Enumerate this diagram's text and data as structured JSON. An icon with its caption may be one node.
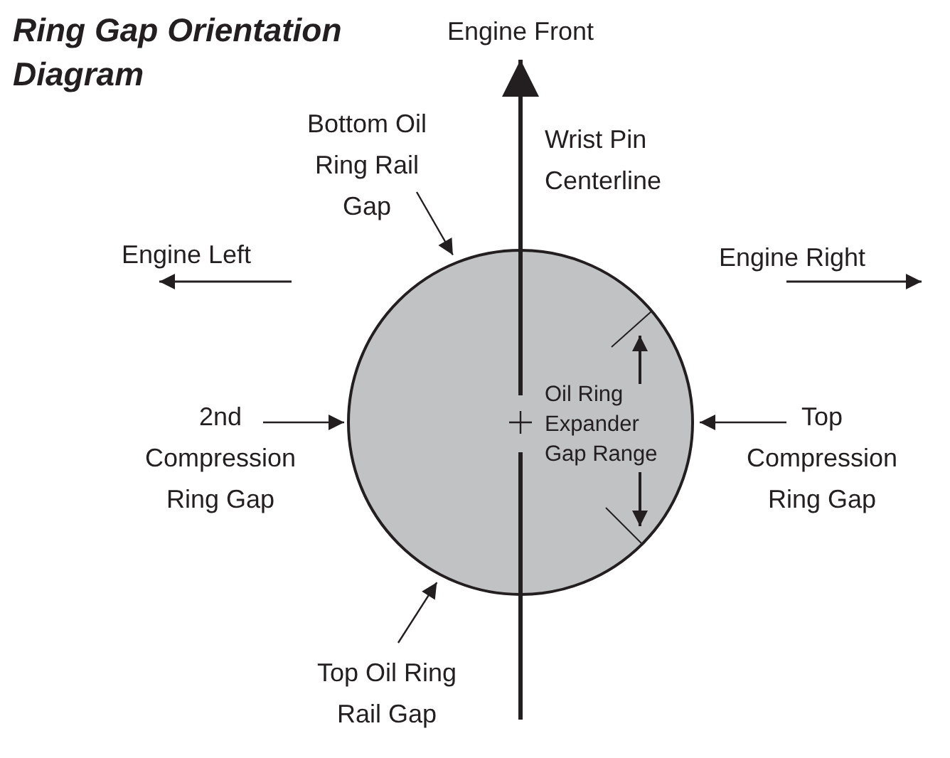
{
  "diagram": {
    "title": "Ring Gap Orientation Diagram",
    "nodes": [
      {
        "text": [
          "Bottom Oil Ring Rail Gap"
        ]
      },
      {
        "text": [],
        "shape": "circle"
      },
      {
        "text": [
          "2nd Compression Ring Gap"
        ]
      },
      {
        "text": [
          "Top Compression Ring Gap"
        ]
      },
      {
        "text": [
          "Top Oil Ring Rail Gap"
        ]
      }
    ],
    "edges": [
      {
        "from": 0,
        "to": 1,
        "arrow": "to"
      },
      {
        "from": 2,
        "to": 1,
        "arrow": "to"
      },
      {
        "from": 3,
        "to": 1,
        "arrow": "to"
      },
      {
        "from": 4,
        "to": 1,
        "arrow": "to"
      }
    ],
    "labels": [
      "Engine Front",
      "Wrist Pin Centerline",
      "Engine Left",
      "Engine Right",
      "Oil Ring Expander Gap Range"
    ]
  }
}
